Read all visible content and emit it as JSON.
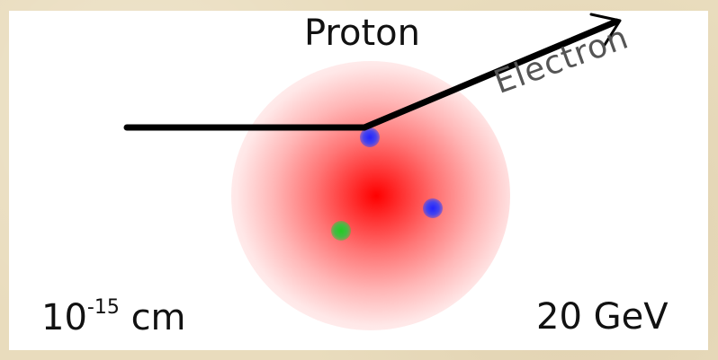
{
  "labels": {
    "proton": "Proton",
    "electron": "Electron",
    "size_base": "10",
    "size_exponent": "-15",
    "size_unit": "cm",
    "energy": "20 GeV"
  },
  "colors": {
    "page_background": "#e9dcbd",
    "panel_background": "#ffffff",
    "proton_cloud": "#ff0000",
    "quark_blue": "#2222ff",
    "quark_green": "#22cc22",
    "electron_track": "#000000"
  },
  "quarks": [
    "blue",
    "blue",
    "green"
  ]
}
